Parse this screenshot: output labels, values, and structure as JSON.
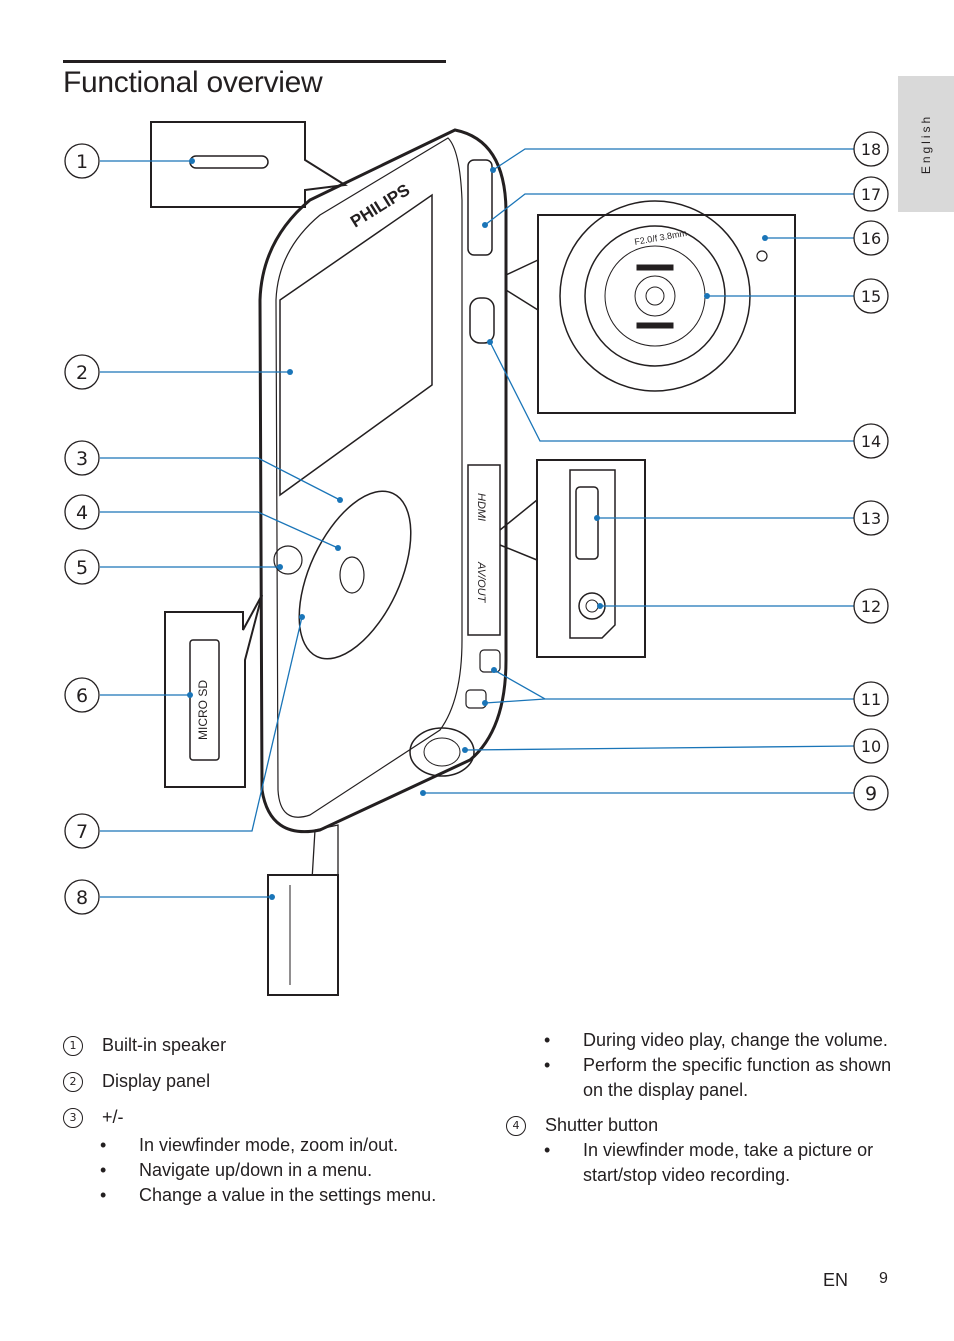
{
  "page": {
    "title": "Functional overview",
    "side_tab": "English",
    "footer_lang": "EN",
    "page_number": "9"
  },
  "figure": {
    "callouts": [
      "1",
      "2",
      "3",
      "4",
      "5",
      "6",
      "7",
      "8",
      "9",
      "10",
      "11",
      "12",
      "13",
      "14",
      "15",
      "16",
      "17",
      "18"
    ],
    "brand": "PHILIPS",
    "port_hdmi": "HDMI",
    "port_avout": "AV/OUT",
    "card_slot": "MICRO SD",
    "lens_marking": "F2.0/f 3.8mm"
  },
  "descriptions": {
    "left": [
      {
        "num": "1",
        "label": "Built-in speaker",
        "bullets": []
      },
      {
        "num": "2",
        "label": "Display panel",
        "bullets": []
      },
      {
        "num": "3",
        "label": "+/-",
        "bullets": [
          "In viewfinder mode, zoom in/out.",
          "Navigate up/down in a menu.",
          "Change a value in the settings menu."
        ]
      }
    ],
    "right_bullets": [
      "During video play, change the volume.",
      "Perform the specific function as shown on the display panel."
    ],
    "right_item": {
      "num": "4",
      "label": "Shutter button",
      "bullets": [
        "In viewfinder mode, take a picture or start/stop video recording."
      ]
    }
  }
}
